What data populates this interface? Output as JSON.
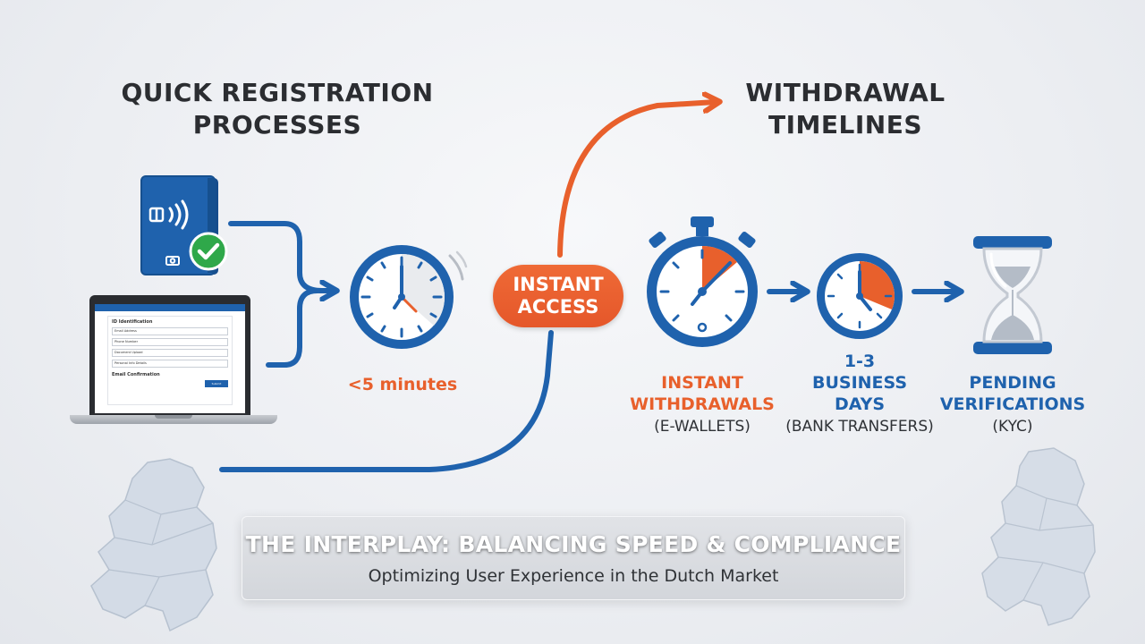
{
  "left_heading": {
    "line1": "QUICK REGISTRATION",
    "line2": "PROCESSES"
  },
  "right_heading": {
    "line1": "WITHDRAWAL",
    "line2": "TIMELINES"
  },
  "registration_time": "<5 minutes",
  "instant_access": {
    "line1": "INSTANT",
    "line2": "ACCESS"
  },
  "laptop_form": {
    "header_title": "",
    "section_title": "ID Identification",
    "field_1": "Email Address",
    "field_2": "Phone Number",
    "field_3": "Document Upload",
    "field_4": "Personal Info Details",
    "confirm_title": "Email Confirmation",
    "submit_label": "Submit"
  },
  "timelines": [
    {
      "line1": "INSTANT",
      "line2": "WITHDRAWALS",
      "sub": "(E-WALLETS)"
    },
    {
      "line1": "1-3",
      "line2": "BUSINESS",
      "line3": "DAYS",
      "sub": "(BANK TRANSFERS)"
    },
    {
      "line1": "PENDING",
      "line2": "VERIFICATIONS",
      "sub": "(KYC)"
    }
  ],
  "banner": {
    "title": "THE INTERPLAY: BALANCING SPEED & COMPLIANCE",
    "subtitle": "Optimizing User Experience in the Dutch Market"
  },
  "colors": {
    "blue": "#1f62ad",
    "orange": "#e8602c",
    "text": "#2b2d31"
  },
  "icons": [
    "passport-icon",
    "checkmark-icon",
    "laptop-icon",
    "clock-icon",
    "stopwatch-icon",
    "hourglass-icon",
    "map-icon"
  ]
}
